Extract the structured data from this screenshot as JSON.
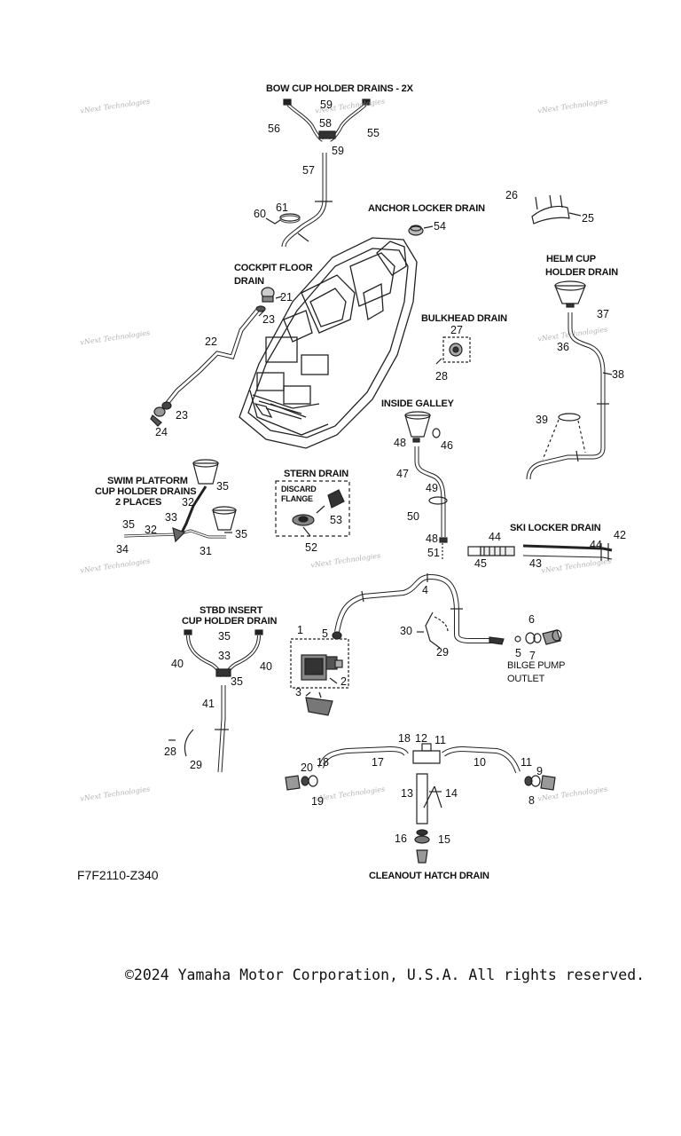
{
  "section_labels": {
    "bow_cup": "BOW CUP HOLDER DRAINS - 2X",
    "anchor": "ANCHOR LOCKER DRAIN",
    "cockpit_1": "COCKPIT FLOOR",
    "cockpit_2": "DRAIN",
    "helm_1": "HELM CUP",
    "helm_2": "HOLDER DRAIN",
    "bulkhead": "BULKHEAD DRAIN",
    "inside_galley": "INSIDE GALLEY",
    "swim_1": "SWIM PLATFORM",
    "swim_2": "CUP HOLDER DRAINS",
    "swim_3": "2 PLACES",
    "stern": "STERN DRAIN",
    "discard_1": "DISCARD",
    "discard_2": "FLANGE",
    "ski": "SKI LOCKER DRAIN",
    "stbd_1": "STBD INSERT",
    "stbd_2": "CUP HOLDER DRAIN",
    "bilge_1": "BILGE PUMP",
    "bilge_2": "OUTLET",
    "cleanout": "CLEANOUT HATCH DRAIN"
  },
  "part_numbers": {
    "n59a": "59",
    "n58": "58",
    "n59b": "59",
    "n56": "56",
    "n55": "55",
    "n57": "57",
    "n61": "61",
    "n60": "60",
    "n54": "54",
    "n26": "26",
    "n25": "25",
    "n21": "21",
    "n23a": "23",
    "n22": "22",
    "n23b": "23",
    "n24": "24",
    "n37": "37",
    "n36": "36",
    "n38": "38",
    "n39": "39",
    "n27": "27",
    "n28a": "28",
    "n48a": "48",
    "n46": "46",
    "n47": "47",
    "n49": "49",
    "n50": "50",
    "n48b": "48",
    "n51": "51",
    "n35a": "35",
    "n32a": "32",
    "n33a": "33",
    "n35b": "35",
    "n32b": "32",
    "n35c": "35",
    "n34": "34",
    "n31": "31",
    "n53": "53",
    "n52": "52",
    "n44a": "44",
    "n42": "42",
    "n44b": "44",
    "n45": "45",
    "n43": "43",
    "n4": "4",
    "n1": "1",
    "n5a": "5",
    "n30": "30",
    "n29a": "29",
    "n6": "6",
    "n5b": "5",
    "n7": "7",
    "n2": "2",
    "n3": "3",
    "n35d": "35",
    "n40a": "40",
    "n33b": "33",
    "n40b": "40",
    "n35e": "35",
    "n41": "41",
    "n28b": "28",
    "n29b": "29",
    "n18a": "18",
    "n12": "12",
    "n11a": "11",
    "n20": "20",
    "n18b": "18",
    "n17": "17",
    "n10": "10",
    "n11b": "11",
    "n9": "9",
    "n19": "19",
    "n13": "13",
    "n14": "14",
    "n8": "8",
    "n16": "16",
    "n15": "15"
  },
  "watermark_text": "vNext Technologies",
  "drawing_code": "F7F2110-Z340",
  "copyright": "©2024 Yamaha Motor Corporation, U.S.A. All rights reserved."
}
